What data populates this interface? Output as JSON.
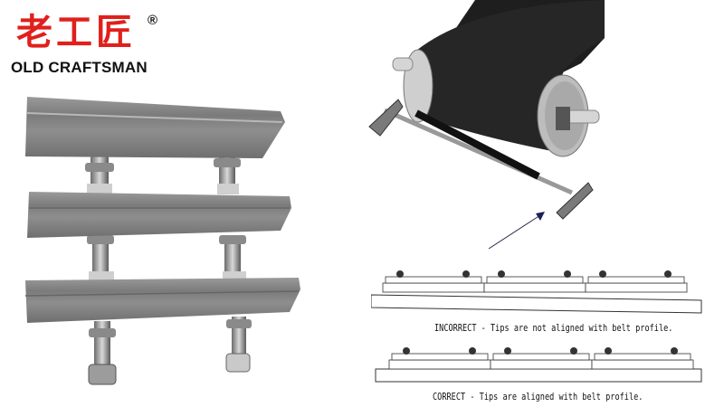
{
  "brand": {
    "chinese_name": "老工匠",
    "registered_mark": "®",
    "english_name": "OLD CRAFTSMAN",
    "color": "#e0201c"
  },
  "product_photo": {
    "description": "Three stacked steel scraper blades connected by bolts and nuts",
    "blade_count": 3
  },
  "conveyor_diagram": {
    "description": "Isometric view of conveyor belt pulley with secondary belt cleaner mounted below, arrow pointing to mounting bracket"
  },
  "profile_diagrams": [
    {
      "state": "incorrect",
      "caption": "INCORRECT - Tips are not aligned with belt profile."
    },
    {
      "state": "correct",
      "caption": "CORRECT - Tips are aligned with belt profile."
    }
  ]
}
